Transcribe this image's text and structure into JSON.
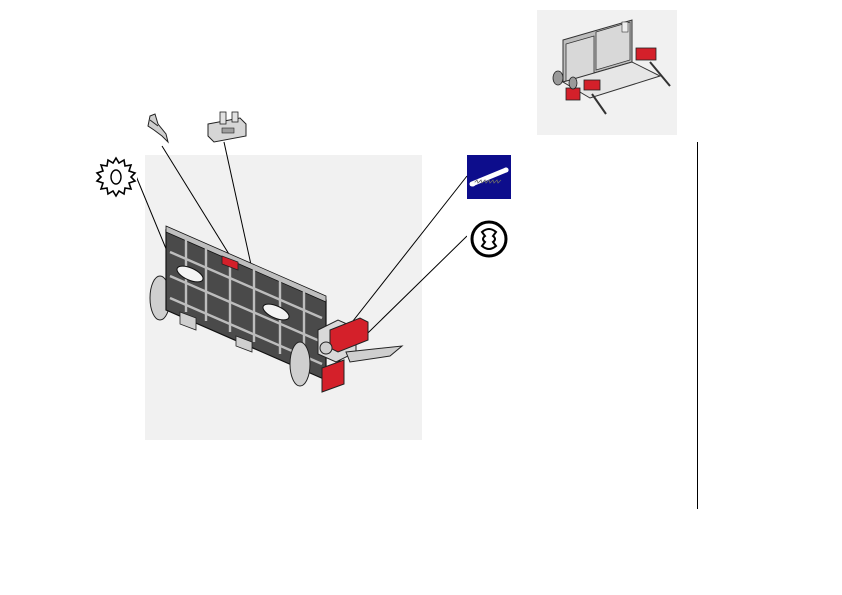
{
  "diagram": {
    "main_assembly": "pressure-plate-assembly",
    "thumbnail_assembly": "pressure-plate-overview",
    "callout_parts": [
      {
        "id": "gear",
        "icon": "gear-icon"
      },
      {
        "id": "lever-clip",
        "icon": "lever-clip-icon"
      },
      {
        "id": "bracket",
        "icon": "bracket-icon"
      },
      {
        "id": "spring",
        "icon": "spring-icon"
      },
      {
        "id": "e-ring",
        "icon": "e-ring-icon"
      }
    ],
    "colors": {
      "part_gray": "#c8c8c8",
      "part_dark": "#4a4a4a",
      "part_red": "#d4202a",
      "spring_bg": "#0d0d8c",
      "outline": "#222222"
    }
  }
}
